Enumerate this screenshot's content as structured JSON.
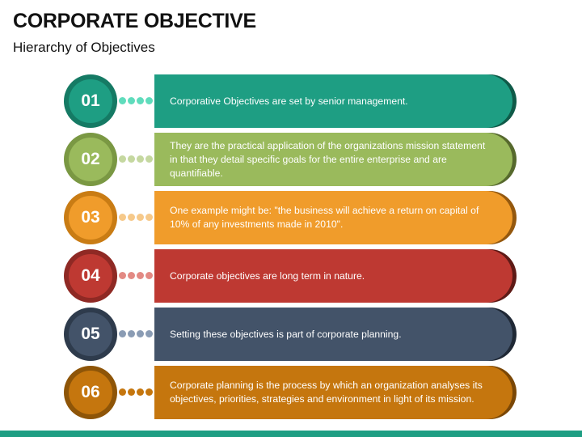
{
  "header": {
    "title": "CORPORATE OBJECTIVE",
    "subtitle": "Hierarchy of Objectives"
  },
  "items": [
    {
      "number": "01",
      "text": "Corporative Objectives are set by senior management.",
      "colors": {
        "bar": "#1e9e83",
        "shadow": "#0f5a48",
        "ring": "#157a64",
        "circle": "#1e9e83",
        "dot": "#5fdcbc"
      }
    },
    {
      "number": "02",
      "text": "They are the practical application of the organizations mission statement in that they detail specific goals for the entire enterprise and are quantifiable.",
      "colors": {
        "bar": "#9aba5c",
        "shadow": "#56692d",
        "ring": "#7a9843",
        "circle": "#9aba5c",
        "dot": "#c5d8a0"
      }
    },
    {
      "number": "03",
      "text": "One example might be: \"the business will achieve a return on capital of 10% of any investments made in 2010\".",
      "colors": {
        "bar": "#f09c2b",
        "shadow": "#94580e",
        "ring": "#c97c14",
        "circle": "#f09c2b",
        "dot": "#f6c98a"
      }
    },
    {
      "number": "04",
      "text": "Corporate objectives are long term in nature.",
      "colors": {
        "bar": "#be3932",
        "shadow": "#5e1a16",
        "ring": "#8f2924",
        "circle": "#be3932",
        "dot": "#e38a84"
      }
    },
    {
      "number": "05",
      "text": "Setting these objectives is part of corporate planning.",
      "colors": {
        "bar": "#435369",
        "shadow": "#1f2835",
        "ring": "#2e3b4c",
        "circle": "#435369",
        "dot": "#8a9cb4"
      }
    },
    {
      "number": "06",
      "text": "Corporate planning is the process by which an organization analyses its objectives, priorities, strategies and environment in light of its mission.",
      "colors": {
        "bar": "#c5760e",
        "shadow": "#7a4706",
        "ring": "#8e5508",
        "circle": "#c5760e",
        "dot": "#c5760e"
      }
    }
  ],
  "footer": {
    "accent_color": "#1e9e83"
  }
}
